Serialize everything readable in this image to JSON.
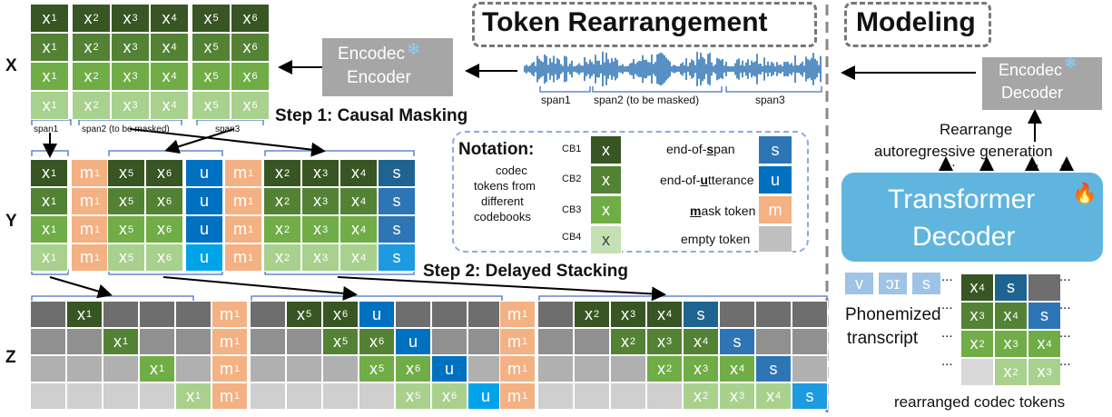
{
  "titles": {
    "token_rearrangement": "Token Rearrangement",
    "modeling": "Modeling"
  },
  "rows": {
    "X": "X",
    "Y": "Y",
    "Z": "Z"
  },
  "steps": {
    "step1": "Step 1: Causal Masking",
    "step2": "Step 2: Delayed Stacking"
  },
  "encoder": {
    "line1": "Encodec",
    "line2": "Encoder",
    "icon": "snowflake-icon"
  },
  "decoder": {
    "line1": "Encodec",
    "line2": "Decoder",
    "icon": "snowflake-icon"
  },
  "waveform": {
    "span1": "span1",
    "span2": "span2 (to be masked)",
    "span3": "span3"
  },
  "x_spans": {
    "span1": "span1",
    "span2": "span2 (to be masked)",
    "span3": "span3"
  },
  "tokens": {
    "x": "x",
    "m": "m",
    "u": "u",
    "s": "s",
    "sub_m": "1",
    "subs": [
      "1",
      "2",
      "3",
      "4",
      "5",
      "6"
    ]
  },
  "notation": {
    "title": "Notation:",
    "codec_desc": [
      "codec",
      "tokens from",
      "different",
      "codebooks"
    ],
    "cb": [
      "CB1",
      "CB2",
      "CB3",
      "CB4"
    ],
    "cb_token": "x",
    "eos_parts": [
      "end-of-",
      "s",
      "pan"
    ],
    "eou_parts": [
      "end-of-",
      "u",
      "tterance"
    ],
    "mask_parts": [
      "m",
      "ask token"
    ],
    "empty": "empty token",
    "sym_s": "s",
    "sym_u": "u",
    "sym_m": "m"
  },
  "modeling": {
    "rearrange": "Rearrange",
    "autoregressive": "autoregressive generation",
    "transformer_line1": "Transformer",
    "transformer_line2": "Decoder",
    "fire_icon": "fire-icon",
    "phonemized_line1": "Phonemized",
    "phonemized_line2": "transcript",
    "phonemes": [
      "v",
      "ɔɪ",
      "s"
    ],
    "rearranged": "rearranged codec tokens",
    "ellipsis": "..."
  },
  "colors": {
    "cb1": "#375623",
    "cb2": "#548235",
    "cb3": "#70AD47",
    "cb4": "#A9D18E",
    "cb4_light": "#C5E0B4",
    "mask": "#F4B183",
    "utt": "#0070C0",
    "span": "#2E75B6",
    "empty1": "#6E6E6E",
    "empty2": "#909090",
    "empty3": "#B0B0B0",
    "empty4": "#CFCFCF",
    "transformer": "#5FB5DE",
    "encodec_box": "#A6A6A6",
    "phoneme": "#9DC3E6",
    "wave": "#2E75B6"
  }
}
